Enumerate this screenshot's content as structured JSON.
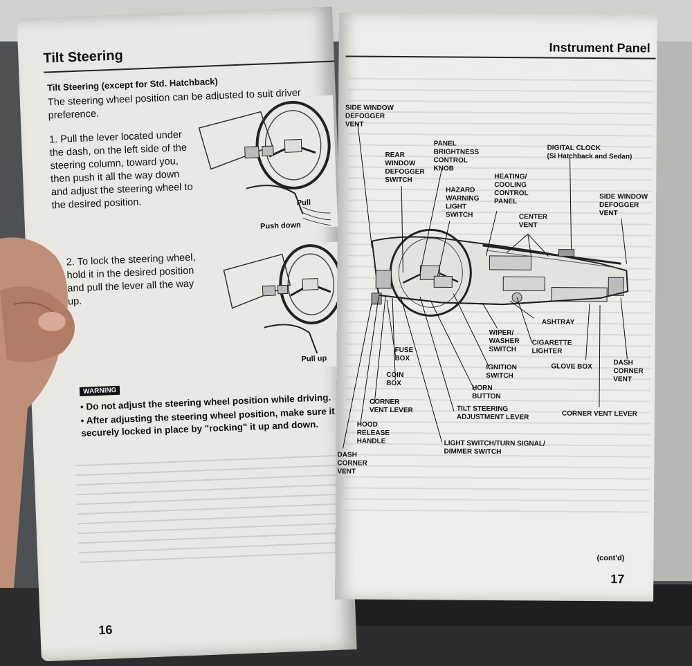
{
  "left_page": {
    "title": "Tilt Steering",
    "subtitle": "Tilt Steering (except for Std. Hatchback)",
    "intro": "The steering wheel position can be adjusted to suit driver preference.",
    "step1": "1. Pull the lever located under the dash, on the left side of the steering column, toward you, then push it all the way down and adjust the steering wheel to the desired position.",
    "step1_callouts": {
      "pull": "Pull",
      "push_down": "Push down"
    },
    "step2": "2. To lock the steering wheel, hold it in the desired position and pull the lever all the way up.",
    "step2_callouts": {
      "pull_up": "Pull up"
    },
    "warning_badge": "WARNING",
    "warnings": [
      "• Do not adjust the steering wheel position while driving.",
      "• After adjusting the steering wheel position, make sure it is securely locked in place by \"rocking\" it up and down."
    ],
    "page_number": "16"
  },
  "right_page": {
    "title": "Instrument Panel",
    "labels": {
      "side_window_defogger_vent_left": "SIDE WINDOW\nDEFOGGER\nVENT",
      "rear_window_defogger_switch": "REAR\nWINDOW\nDEFOGGER\nSWITCH",
      "panel_brightness_control_knob": "PANEL\nBRIGHTNESS\nCONTROL\nKNOB",
      "digital_clock": "DIGITAL CLOCK\n(Si Hatchback and Sedan)",
      "hazard_warning_light_switch": "HAZARD\nWARNING\nLIGHT\nSWITCH",
      "heating_cooling_control_panel": "HEATING/\nCOOLING\nCONTROL\nPANEL",
      "center_vent": "CENTER\nVENT",
      "side_window_defogger_vent_right": "SIDE WINDOW\nDEFOGGER\nVENT",
      "ashtray": "ASHTRAY",
      "wiper_washer_switch": "WIPER/\nWASHER\nSWITCH",
      "cigarette_lighter": "CIGARETTE\nLIGHTER",
      "glove_box": "GLOVE BOX",
      "dash_corner_vent_right": "DASH\nCORNER\nVENT",
      "fuse_box": "FUSE\nBOX",
      "coin_box": "COIN\nBOX",
      "ignition_switch": "IGNITION\nSWITCH",
      "horn_button": "HORN\nBUTTON",
      "corner_vent_lever_left": "CORNER\nVENT LEVER",
      "tilt_steering_adjustment_lever": "TILT STEERING\nADJUSTMENT LEVER",
      "corner_vent_lever_right": "CORNER VENT LEVER",
      "hood_release_handle": "HOOD\nRELEASE\nHANDLE",
      "light_switch": "LIGHT SWITCH/TURN SIGNAL/\nDIMMER SWITCH",
      "dash_corner_vent_left": "DASH\nCORNER\nVENT"
    },
    "continued": "(cont'd)",
    "page_number": "17"
  }
}
